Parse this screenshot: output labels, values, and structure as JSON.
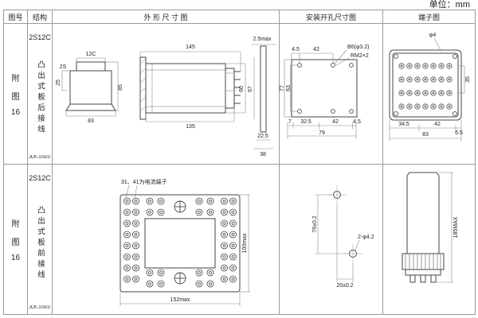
{
  "unit": "单位：mm",
  "colors": {
    "ink": "#222222",
    "line": "#444444",
    "table_border": "#9a9a9a"
  },
  "headers": {
    "fig": "图号",
    "structure": "结构",
    "outline": "外 形 尺 寸 图",
    "install": "安装开孔尺寸图",
    "terminal": "端子图"
  },
  "row1": {
    "fig_chars": [
      "附",
      "图",
      "16"
    ],
    "model": "2S12C",
    "desc": "凸出式板后接线",
    "code": "JCK-10A/3",
    "outline": {
      "label_12c": "12C",
      "label_2s": "2S",
      "dim_25": "25",
      "dim_83": "83",
      "dim_85": "85",
      "dim_145": "145",
      "dim_135": "135",
      "dim_60": "60",
      "dim_67": "67",
      "dim_25max": "2.5max",
      "dim_225": "22.5",
      "dim_38": "38"
    },
    "install": {
      "dim_45_top": "4.5",
      "dim_42_top": "42",
      "note_hole": "B6(φ3.2)",
      "note_tap": "RM2×2",
      "dim_77": "77",
      "dim_63": "63",
      "dim_7": "7",
      "dim_325": "32.5",
      "dim_42_bottom": "42",
      "dim_45_bottom": "4.5",
      "dim_79": "79"
    },
    "terminal": {
      "note_pin": "φ4",
      "dim_345": "34.5",
      "dim_42": "42",
      "dim_65": "6.5",
      "dim_83": "83",
      "dim_35": "35"
    }
  },
  "row2": {
    "fig_chars": [
      "附",
      "图",
      "16"
    ],
    "model": "2S12C",
    "desc": "凸出式板前接线",
    "code": "JCK-10A/3",
    "outline": {
      "note_current": "31、41为电流端子",
      "dim_100": "100max",
      "dim_152": "152max"
    },
    "install": {
      "dim_76": "76±0.2",
      "note_holes": "2-φ4.2",
      "dim_20": "20±0.2"
    },
    "terminal": {
      "dim_185": "185MAX"
    }
  }
}
